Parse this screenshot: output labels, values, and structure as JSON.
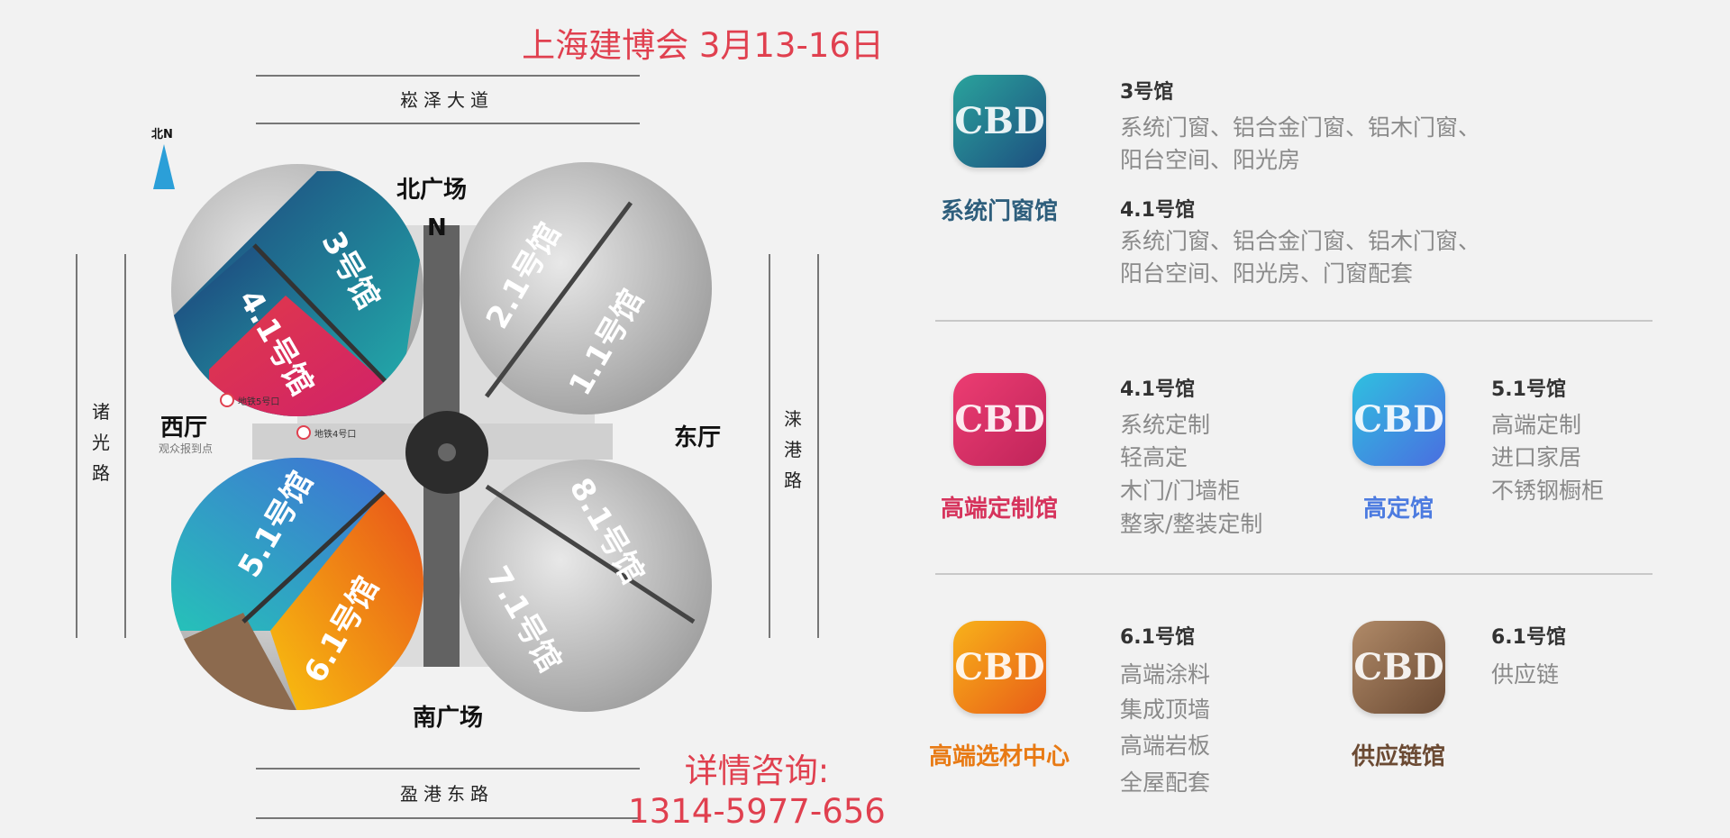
{
  "title": "上海建博会 3月13-16日",
  "map": {
    "roads": {
      "north": "崧泽大道",
      "south": "盈港东路",
      "west": "诸光路",
      "east": "涞港路"
    },
    "compass": "北N",
    "north_plaza": "北广场",
    "north_mark": "N",
    "south_plaza": "南广场",
    "west_hall": "西厅",
    "west_hall_note": "观众报到点",
    "east_hall": "东厅",
    "metro_exits": [
      "地铁5号口",
      "地铁4号口"
    ],
    "halls": [
      "3号馆",
      "4.1号馆",
      "2.1号馆",
      "1.1号馆",
      "5.1号馆",
      "6.1号馆",
      "8.1号馆",
      "7.1号馆"
    ],
    "colors": {
      "hall3": "#1f5d86",
      "hall41": "#d8305f",
      "hall51": "#2bb3c4",
      "hall61": "#f29a12",
      "gray": "#c9c9c9",
      "accent": "#e0404f",
      "compass": "#2b9fd8"
    }
  },
  "categories": [
    {
      "icon": "CBD",
      "label": "系统门窗馆",
      "color": "#2e5e7c",
      "halls": [
        {
          "name": "3号馆",
          "items": [
            "系统门窗、铝合金门窗、铝木门窗、",
            "阳台空间、阳光房"
          ]
        },
        {
          "name": "4.1号馆",
          "items": [
            "系统门窗、铝合金门窗、铝木门窗、",
            "阳台空间、阳光房、门窗配套"
          ]
        }
      ]
    },
    {
      "icon": "CBD",
      "label": "高端定制馆",
      "color": "#d6335c",
      "halls": [
        {
          "name": "4.1号馆",
          "items": [
            "系统定制",
            "轻高定",
            "木门/门墙柜",
            "整家/整装定制"
          ]
        }
      ]
    },
    {
      "icon": "CBD",
      "label": "高定馆",
      "color": "#4c7be0",
      "halls": [
        {
          "name": "5.1号馆",
          "items": [
            "高端定制",
            "进口家居",
            "不锈钢橱柜"
          ]
        }
      ]
    },
    {
      "icon": "CBD",
      "label": "高端选材中心",
      "color": "#e87a14",
      "halls": [
        {
          "name": "6.1号馆",
          "items": [
            "高端涂料",
            "集成顶墙",
            "高端岩板",
            "全屋配套"
          ]
        }
      ]
    },
    {
      "icon": "CBD",
      "label": "供应链馆",
      "color": "#6b4a33",
      "halls": [
        {
          "name": "6.1号馆",
          "items": [
            "供应链"
          ]
        }
      ]
    }
  ],
  "contact": {
    "label": "详情咨询:",
    "phone": "1314-5977-656"
  }
}
